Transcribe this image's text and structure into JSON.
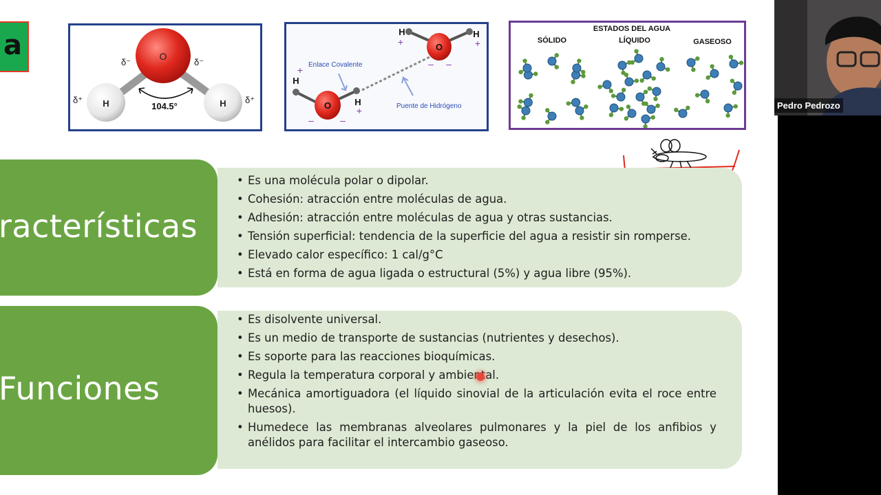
{
  "slide": {
    "title_fragment": "a",
    "water_molecule": {
      "atom_o": "O",
      "atom_h1": "H",
      "atom_h2": "H",
      "delta_minus_left": "δ⁻",
      "delta_minus_right": "δ⁻",
      "delta_plus_left": "δ⁺",
      "delta_plus_right": "δ⁺",
      "angle": "104.5°"
    },
    "hydrogen_bond": {
      "covalent_label": "Enlace Covalente",
      "hbond_label": "Puente de Hidrógeno",
      "atom_o": "O",
      "atom_h": "H",
      "plus": "+",
      "minus": "–"
    },
    "states": {
      "title": "ESTADOS DEL AGUA",
      "solid": "SÓLIDO",
      "liquid": "LÍQUIDO",
      "gas": "GASEOSO"
    },
    "characteristics": {
      "heading": "racterísticas",
      "items": [
        "Es una molécula polar o dipolar.",
        "Cohesión: atracción entre moléculas de agua.",
        "Adhesión: atracción entre moléculas de agua y otras sustancias.",
        "Tensión superficial: tendencia de la superficie del agua a resistir sin romperse.",
        "Elevado calor específico: 1 cal/g°C",
        "Está en forma de agua ligada o estructural (5%) y agua libre (95%)."
      ]
    },
    "functions": {
      "heading": "Funciones",
      "items": [
        "Es disolvente universal.",
        "Es un medio de transporte de sustancias (nutrientes y desechos).",
        "Es soporte para las reacciones bioquímicas.",
        "Regula la temperatura corporal y ambiental.",
        "Mecánica amortiguadora (el líquido sinovial de la articulación evita el roce entre huesos).",
        "Humedece las membranas alveolares pulmonares y la piel de los anfibios y anélidos para facilitar el intercambio gaseoso."
      ]
    }
  },
  "participant": {
    "name": "Pedro Pedrozo"
  },
  "colors": {
    "green_block": "#6ba543",
    "card_bg": "#dde9d4",
    "frame_blue": "#23408a",
    "frame_purple": "#6b3b94",
    "annotation_red": "#e0281e",
    "oxygen_red": "#e0281e",
    "molecule_blue": "#3d7fb6"
  }
}
